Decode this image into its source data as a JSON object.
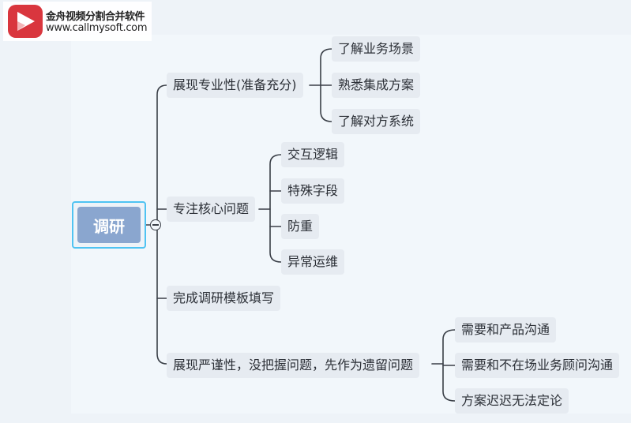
{
  "watermark": {
    "line1": "金舟视频分割合并软件",
    "line2": "www.callmysoft.com"
  },
  "mindmap": {
    "root": "调研",
    "branches": [
      {
        "label": "展现专业性(准备充分)",
        "children": [
          "了解业务场景",
          "熟悉集成方案",
          "了解对方系统"
        ]
      },
      {
        "label": "专注核心问题",
        "children": [
          "交互逻辑",
          "特殊字段",
          "防重",
          "异常运维"
        ]
      },
      {
        "label": "完成调研模板填写",
        "children": []
      },
      {
        "label": "展现严谨性，没把握问题，先作为遗留问题",
        "children": [
          "需要和产品沟通",
          "需要和不在场业务顾问沟通",
          "方案迟迟无法定论"
        ]
      }
    ]
  },
  "colors": {
    "line": "#3a3f47",
    "node_bg": "#e6ebf1",
    "root_bg": "#8aa6cf",
    "root_border": "#4fc3f2",
    "logo_red": "#d9363e"
  }
}
